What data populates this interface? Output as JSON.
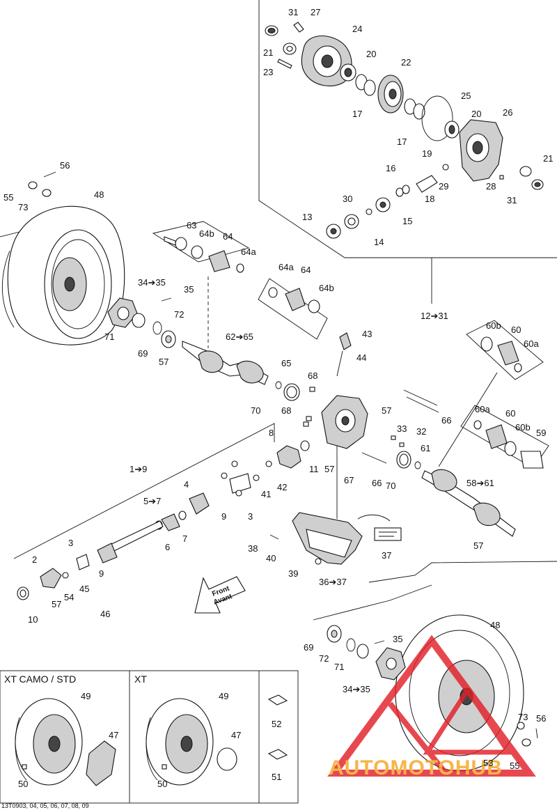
{
  "labels": {
    "l31a": "31",
    "l27": "27",
    "l24": "24",
    "l21a": "21",
    "l20a": "20",
    "l23": "23",
    "l22": "22",
    "l17a": "17",
    "l25": "25",
    "l20b": "20",
    "l26": "26",
    "l17b": "17",
    "l19": "19",
    "l16": "16",
    "l21b": "21",
    "l29": "29",
    "l28": "28",
    "l18": "18",
    "l31b": "31",
    "l30": "30",
    "l13": "13",
    "l15": "15",
    "l14": "14",
    "l56a": "56",
    "l55a": "55",
    "l73a": "73",
    "l48a": "48",
    "l63": "63",
    "l64b_a": "64b",
    "l64_a": "64",
    "l64a_a": "64a",
    "l34_35a": "34➔35",
    "l35a": "35",
    "l72a": "72",
    "l71a": "71",
    "l69a": "69",
    "l57a": "57",
    "l64a_b": "64a",
    "l64_b": "64",
    "l64b_b": "64b",
    "l62_65": "62➔65",
    "l12_31": "12➔31",
    "l43": "43",
    "l44": "44",
    "l65": "65",
    "l68a": "68",
    "l70a": "70",
    "l57b": "57",
    "l68b": "68",
    "l66a": "66",
    "l33": "33",
    "l32": "32",
    "l61": "61",
    "l11": "11",
    "l57c": "57",
    "l67": "67",
    "l66b": "66",
    "l70b": "70",
    "l60b_a": "60b",
    "l60_a": "60",
    "l60a_a": "60a",
    "l60a_b": "60a",
    "l60_b": "60",
    "l60b_b": "60b",
    "l59": "59",
    "l58_61": "58➔61",
    "l57d": "57",
    "l8": "8",
    "l1_9": "1➔9",
    "l4": "4",
    "l5_7": "5➔7",
    "l41": "41",
    "l42": "42",
    "l9a": "9",
    "l3a": "3",
    "l6": "6",
    "l7": "7",
    "l3b": "3",
    "l9b": "9",
    "l2": "2",
    "l54": "54",
    "l45": "45",
    "l57e": "57",
    "l10": "10",
    "l46": "46",
    "l38": "38",
    "l40": "40",
    "l39": "39",
    "l36_37": "36➔37",
    "l37": "37",
    "l35b": "35",
    "l48b": "48",
    "l69b": "69",
    "l72b": "72",
    "l71b": "71",
    "l34_35b": "34➔35",
    "l73b": "73",
    "l56b": "56",
    "l53": "53",
    "l55b": "55",
    "l49a": "49",
    "l47a": "47",
    "l50a": "50",
    "l49b": "49",
    "l47b": "47",
    "l50b": "50",
    "l52": "52",
    "l51": "51"
  },
  "front_arrow": {
    "line1": "Front",
    "line2": "Avant"
  },
  "boxes": {
    "xt_camo_std": "XT CAMO / STD",
    "xt": "XT"
  },
  "watermark": "AUTOMOTOHUB",
  "footer_code": "13T0903, 04, 05, 06, 07, 08, 09",
  "colors": {
    "watermark_red": "#e2202a",
    "watermark_orange": "#f5a623",
    "line": "#111111"
  }
}
